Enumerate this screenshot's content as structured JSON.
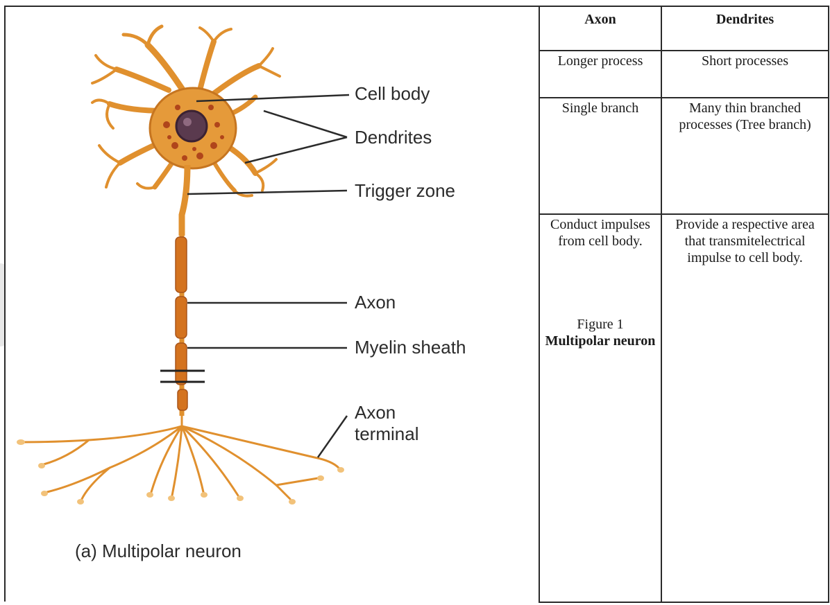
{
  "diagram": {
    "labels": {
      "cell_body": "Cell body",
      "dendrites": "Dendrites",
      "trigger_zone": "Trigger zone",
      "axon": "Axon",
      "myelin_sheath": "Myelin sheath",
      "axon_terminal_line1": "Axon",
      "axon_terminal_line2": "terminal"
    },
    "caption": "(a) Multipolar neuron"
  },
  "table": {
    "headers": [
      "Axon",
      "Dendrites"
    ],
    "rows": [
      {
        "axon": "Longer process",
        "dendrites": "Short processes"
      },
      {
        "axon": "Single branch",
        "dendrites": "Many thin branched processes (Tree branch)"
      },
      {
        "axon": "Conduct impulses from cell body.",
        "dendrites": "Provide a respective area that transmitelectrical impulse to cell body."
      }
    ],
    "figure_caption": {
      "prefix": "Figure 1",
      "title": "Multipolar neuron"
    }
  },
  "colors": {
    "neuron": "#e0902e",
    "neuron_light": "#f2c27a",
    "axon": "#d4731f",
    "nucleus": "#5a3a4e",
    "text": "#2b2b2b"
  }
}
